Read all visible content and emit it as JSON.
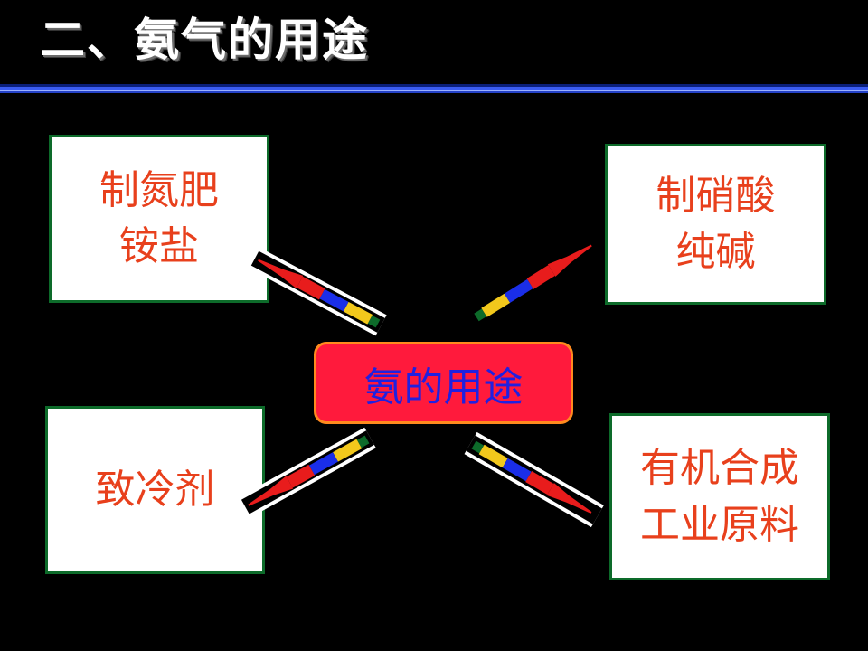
{
  "slide": {
    "title": "二、氨气的用途"
  },
  "center": {
    "label": "氨的用途"
  },
  "boxes": {
    "top_left": "制氮肥\n铵盐",
    "top_right": "制硝酸\n纯碱",
    "bottom_left": "致冷剂",
    "bottom_right": "有机合成\n工业原料"
  },
  "colors": {
    "background": "#000000",
    "title_text": "#ffffff",
    "rule_blue": "#3a5cf0",
    "box_border": "#0d6b2a",
    "box_text": "#e8401c",
    "center_fill": "#ff1a3c",
    "center_border": "#ff8a1e",
    "center_text": "#2020e0",
    "arrow_red": "#e81c1c",
    "arrow_blue": "#1a2ee8",
    "arrow_yellow": "#f2c81c",
    "arrow_green": "#0d6b2a"
  },
  "arrows": [
    {
      "icon": "pencil-arrow-icon",
      "target": "top_left",
      "style": "framed"
    },
    {
      "icon": "pencil-arrow-icon",
      "target": "top_right",
      "style": "plain"
    },
    {
      "icon": "pencil-arrow-icon",
      "target": "bottom_left",
      "style": "framed"
    },
    {
      "icon": "pencil-arrow-icon",
      "target": "bottom_right",
      "style": "framed"
    }
  ]
}
